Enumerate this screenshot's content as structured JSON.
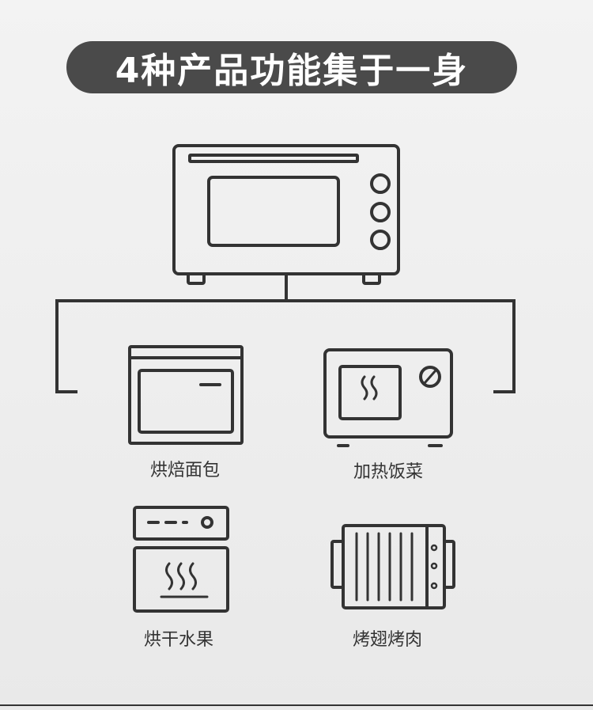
{
  "title": "4种产品功能集于一身",
  "functions": [
    {
      "label": "烘焙面包",
      "icon": "baking-oven-icon"
    },
    {
      "label": "加热饭菜",
      "icon": "microwave-icon"
    },
    {
      "label": "烘干水果",
      "icon": "drying-oven-icon"
    },
    {
      "label": "烤翅烤肉",
      "icon": "grill-icon"
    }
  ],
  "colors": {
    "title_background": "#4a4a4a",
    "title_text": "#ffffff",
    "line": "#333333",
    "page_background": "#efefef"
  }
}
